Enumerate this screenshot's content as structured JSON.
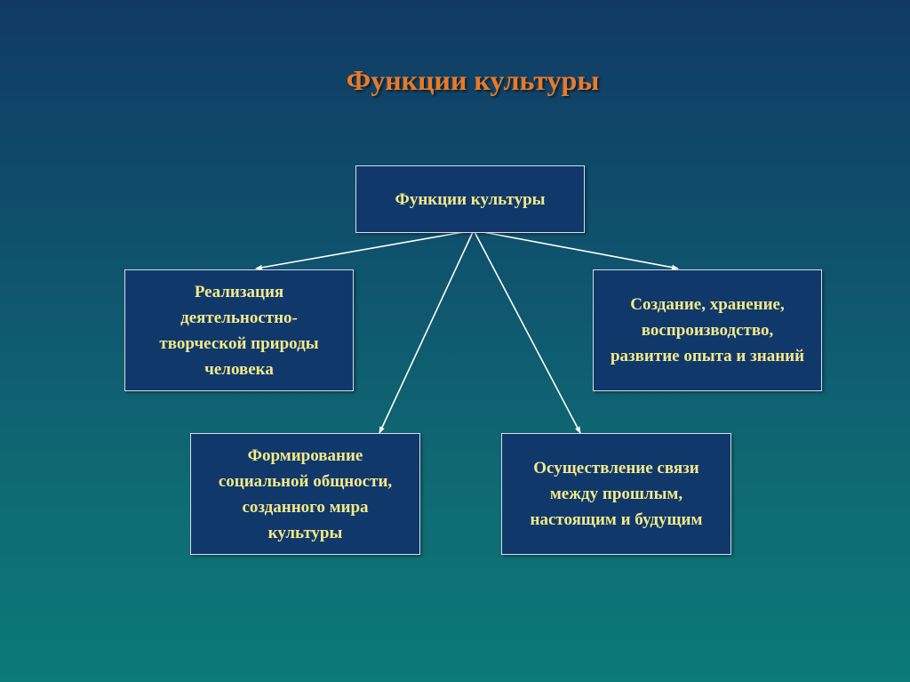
{
  "slide": {
    "title": "Функции культуры"
  },
  "diagram": {
    "root": {
      "label": "Функции культуры"
    },
    "children": {
      "left": {
        "label": "Реализация деятельностно-творческой природы человека"
      },
      "right": {
        "label": "Создание, хранение, воспроизводство, развитие опыта и знаний"
      },
      "bottom_left": {
        "label": "Формирование социальной общности, созданного мира культуры"
      },
      "bottom_right": {
        "label": "Осуществление связи между прошлым, настоящим и будущим"
      }
    }
  },
  "colors": {
    "title": "#e87a2a",
    "box_fill": "#10386a",
    "box_text": "#f2e98a",
    "connector": "#ffffff"
  }
}
